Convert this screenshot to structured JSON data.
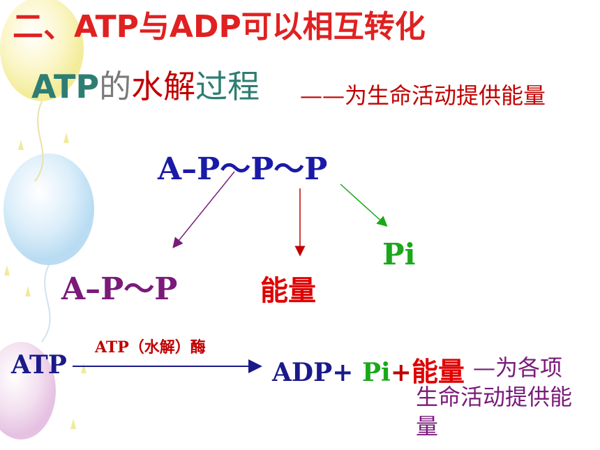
{
  "title": "二、ATP与ADP可以相互转化",
  "subtitle": {
    "atp": "ATP",
    "de": "的",
    "hydrolysis": "水解",
    "process": "过程"
  },
  "purpose": "——为生命活动提供能量",
  "formula": "A–P～P～P",
  "products": {
    "ap": "A–P～P",
    "energy": "能量",
    "pi": "Pi"
  },
  "equation": {
    "lhs": "ATP",
    "enzyme": "ATP（水解）酶",
    "adp": "ADP+",
    "pi": "Pi",
    "plus": "+",
    "energy": "能量",
    "note_dash": "—为各项",
    "note_rest": "生命活动提供能量"
  },
  "colors": {
    "title": "#e02121",
    "formula": "#1a1aa8",
    "ap_product": "#7a1a7a",
    "energy": "#e00000",
    "pi": "#1aa81a"
  }
}
